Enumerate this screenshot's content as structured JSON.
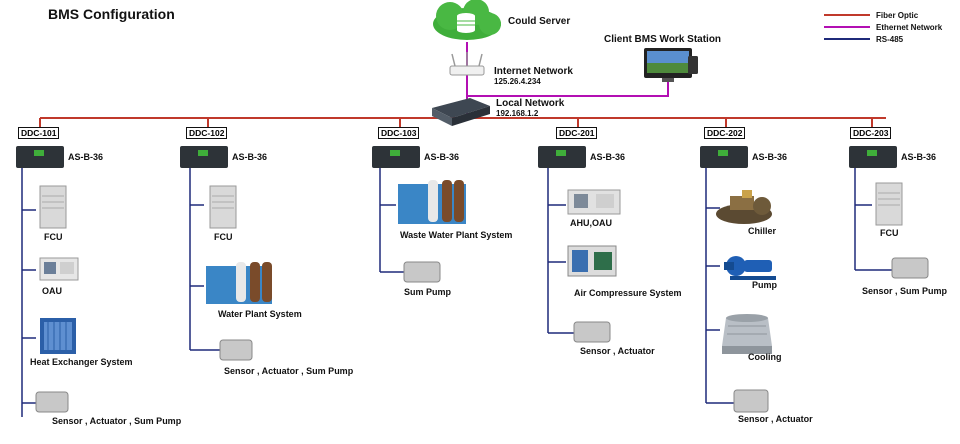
{
  "title": "BMS Configuration",
  "legend": [
    {
      "label": "Fiber Optic",
      "color": "#c0392b"
    },
    {
      "label": "Ethernet Network",
      "color": "#b30fb3"
    },
    {
      "label": "RS-485",
      "color": "#1f2a7a"
    }
  ],
  "cloud": {
    "label": "Could Server"
  },
  "workstation": {
    "label": "Client BMS Work Station"
  },
  "internet": {
    "label": "Internet Network",
    "ip": "125.26.4.234"
  },
  "local": {
    "label": "Local Network",
    "ip": "192.168.1.2"
  },
  "controller_model": "AS-B-36",
  "ddcs": [
    {
      "name": "DDC-101",
      "devices": [
        "FCU",
        "OAU",
        "Heat Exchanger System",
        "Sensor , Actuator , Sum Pump"
      ]
    },
    {
      "name": "DDC-102",
      "devices": [
        "FCU",
        "Water Plant System",
        "Sensor , Actuator , Sum Pump"
      ]
    },
    {
      "name": "DDC-103",
      "devices": [
        "Waste Water Plant System",
        "Sum Pump"
      ]
    },
    {
      "name": "DDC-201",
      "devices": [
        "AHU,OAU",
        "Air Compressure System",
        "Sensor , Actuator"
      ]
    },
    {
      "name": "DDC-202",
      "devices": [
        "Chiller",
        "Pump",
        "Cooling",
        "Sensor , Actuator"
      ]
    },
    {
      "name": "DDC-203",
      "devices": [
        "FCU",
        "Sensor , Sum Pump"
      ]
    }
  ]
}
